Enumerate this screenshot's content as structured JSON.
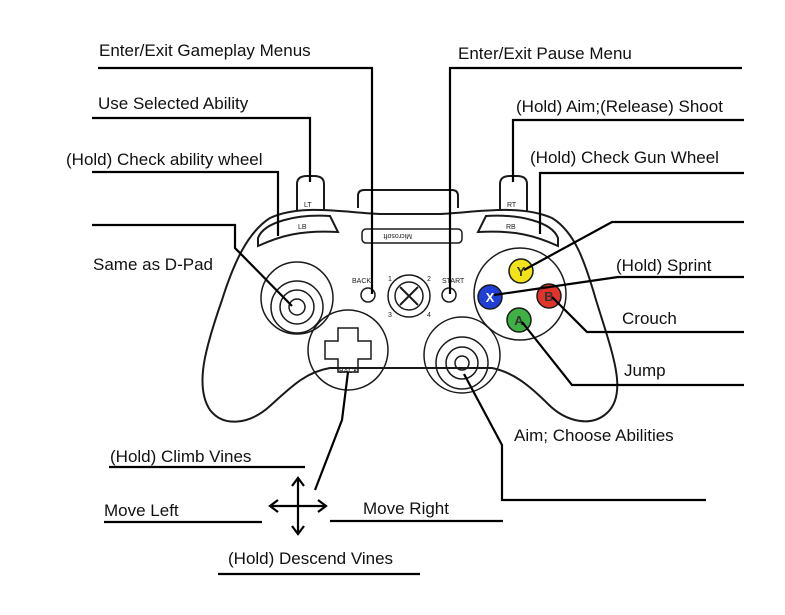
{
  "labels": {
    "back": "Enter/Exit Gameplay Menus",
    "start": "Enter/Exit Pause Menu",
    "lt": "Use Selected Ability",
    "rt": "(Hold) Aim;(Release) Shoot",
    "lb": "(Hold) Check ability wheel",
    "rb": "(Hold) Check Gun Wheel",
    "left_stick": "Same as D-Pad",
    "y": "(Hold) Sprint",
    "b": "Crouch",
    "a": "Jump",
    "right_stick": "Aim; Choose Abilities",
    "dpad_up": "(Hold) Climb Vines",
    "dpad_left": "Move Left",
    "dpad_right": "Move Right",
    "dpad_down": "(Hold) Descend Vines"
  },
  "controller": {
    "brand": "Microsoft",
    "lt": "LT",
    "rt": "RT",
    "lb": "LB",
    "rb": "RB",
    "back": "BACK",
    "start": "START",
    "dpad_text": "BACK",
    "quadrants": [
      "1",
      "2",
      "3",
      "4"
    ],
    "face_y": "Y",
    "face_x": "X",
    "face_b": "B",
    "face_a": "A"
  },
  "colors": {
    "y": "#f2e21a",
    "x": "#1f3fd6",
    "b": "#e0332a",
    "a": "#3fb043"
  }
}
